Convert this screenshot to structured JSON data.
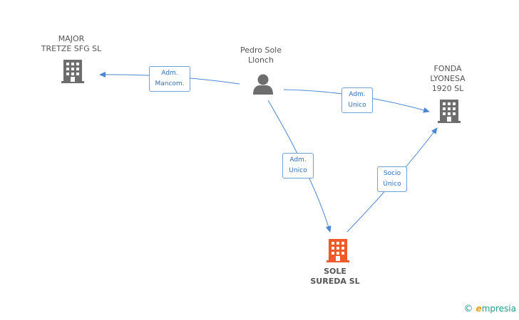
{
  "nodes": {
    "major": {
      "label": "MAJOR\nTRETZE SFG  SL",
      "type": "company"
    },
    "pedro": {
      "label": "Pedro Sole\nLlonch",
      "type": "person"
    },
    "fonda": {
      "label": "FONDA\nLYONESA\n1920  SL",
      "type": "company"
    },
    "sole": {
      "label": "SOLE\nSUREDA SL",
      "type": "company-main"
    }
  },
  "edges": {
    "pedro_major": "Adm.\nMancom.",
    "pedro_fonda": "Adm.\nUnico",
    "pedro_sole": "Adm.\nUnico",
    "sole_fonda": "Socio\nÚnico"
  },
  "colors": {
    "company": "#6d6d6d",
    "company_main": "#f05a28",
    "person": "#6d6d6d",
    "edge": "#4a86d4"
  },
  "watermark": {
    "copyright": "©",
    "brand_initial": "e",
    "brand_rest": "mpresia"
  }
}
